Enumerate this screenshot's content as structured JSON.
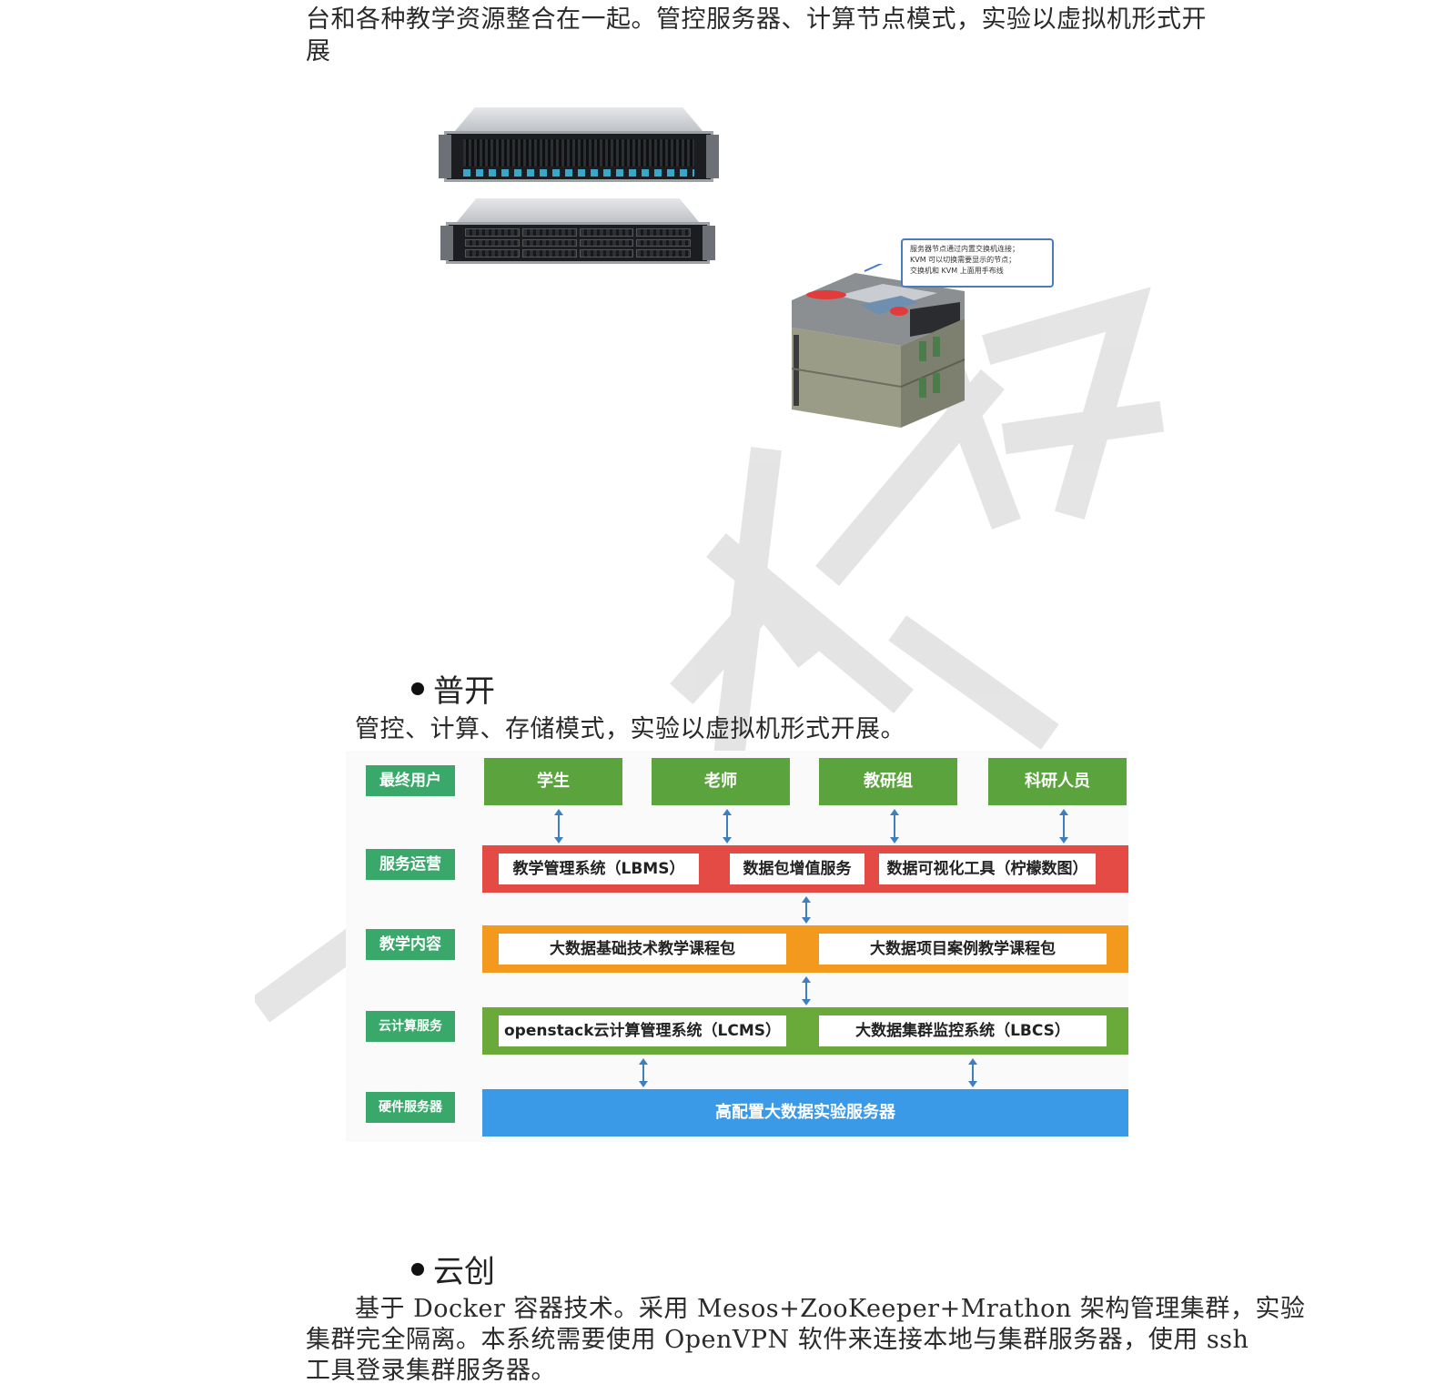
{
  "intro": {
    "line1": "台和各种教学资源整合在一起。管控服务器、计算节点模式，实验以虚拟机形式开",
    "line2": "展"
  },
  "callout": {
    "line1": "服务器节点通过内置交换机连接；",
    "line2": "KVM 可以切换需要显示的节点；",
    "line3": "交换机和 KVM 上面用手布线"
  },
  "section_pukai": {
    "title": "普开",
    "desc": "管控、计算、存储模式，实验以虚拟机形式开展。"
  },
  "diagram": {
    "layer_labels": [
      "最终用户",
      "服务运营",
      "教学内容",
      "云计算服务",
      "硬件服务器"
    ],
    "users": [
      "学生",
      "老师",
      "教研组",
      "科研人员"
    ],
    "service_ops": [
      "教学管理系统（LBMS）",
      "数据包增值服务",
      "数据可视化工具（柠檬数图）"
    ],
    "teaching_content": [
      "大数据基础技术教学课程包",
      "大数据项目案例教学课程包"
    ],
    "cloud_services": [
      "openstack云计算管理系统（LCMS）",
      "大数据集群监控系统（LBCS）"
    ],
    "hardware": "高配置大数据实验服务器",
    "colors": {
      "label": "#3aa86b",
      "users": "#5ba33d",
      "service_ops": "#e44b45",
      "teaching_content": "#f39a1e",
      "cloud_services": "#6aaa3b",
      "hardware": "#3a9ae8",
      "arrows": "#3f7fc0"
    }
  },
  "section_yunchuang": {
    "title": "云创",
    "line1": "基于 Docker 容器技术。采用 Mesos+ZooKeeper+Mrathon 架构管理集群，实验",
    "line2": "集群完全隔离。本系统需要使用 OpenVPN 软件来连接本地与集群服务器，使用 ssh",
    "line3": "工具登录集群服务器。"
  }
}
